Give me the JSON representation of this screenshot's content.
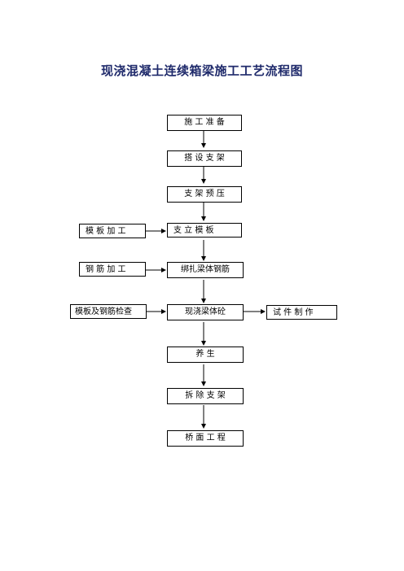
{
  "title": "现浇混凝土连续箱梁施工工艺流程图",
  "steps": {
    "s1": "施 工 准 备",
    "s2": "搭 设 支 架",
    "s3": "支 架 预 压",
    "s4": "支 立 模 板",
    "s5": "绑扎梁体钢筋",
    "s6": "现浇梁体砼",
    "s7": "养      生",
    "s8": "拆 除 支 架",
    "s9": "桥 面 工 程"
  },
  "side": {
    "formwork": "模 板 加 工",
    "rebar": "钢 筋 加 工",
    "inspection": "模板及钢筋检查",
    "specimen": "试 件 制 作"
  }
}
